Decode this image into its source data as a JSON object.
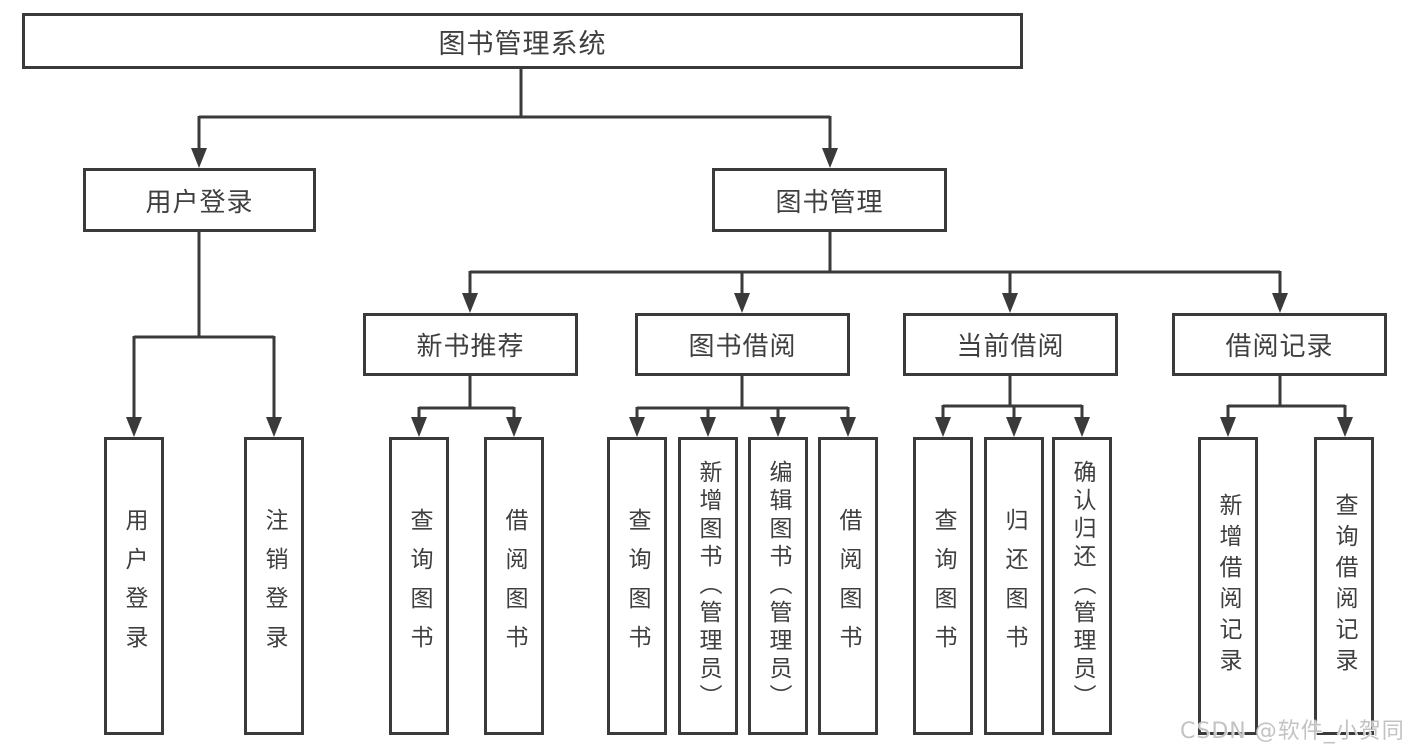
{
  "diagram": {
    "type": "hierarchy-diagram",
    "colors": {
      "line": "#3a3a3a",
      "box_border": "#3a3a3a",
      "text": "#3f3f3f",
      "background": "#ffffff",
      "watermark": "#c3c3c3"
    },
    "watermark": "CSDN @软件_小贺同学",
    "tree": {
      "label": "图书管理系统",
      "children": [
        {
          "label": "用户登录",
          "children": [
            {
              "label": "用户登录"
            },
            {
              "label": "注销登录"
            }
          ]
        },
        {
          "label": "图书管理",
          "children": [
            {
              "label": "新书推荐",
              "children": [
                {
                  "label": "查询图书"
                },
                {
                  "label": "借阅图书"
                }
              ]
            },
            {
              "label": "图书借阅",
              "children": [
                {
                  "label": "查询图书"
                },
                {
                  "label": "新增图书（管理员）"
                },
                {
                  "label": "编辑图书（管理员）"
                },
                {
                  "label": "借阅图书"
                }
              ]
            },
            {
              "label": "当前借阅",
              "children": [
                {
                  "label": "查询图书"
                },
                {
                  "label": "归还图书"
                },
                {
                  "label": "确认归还（管理员）"
                }
              ]
            },
            {
              "label": "借阅记录",
              "children": [
                {
                  "label": "新增借阅记录"
                },
                {
                  "label": "查询借阅记录"
                }
              ]
            }
          ]
        }
      ]
    }
  }
}
